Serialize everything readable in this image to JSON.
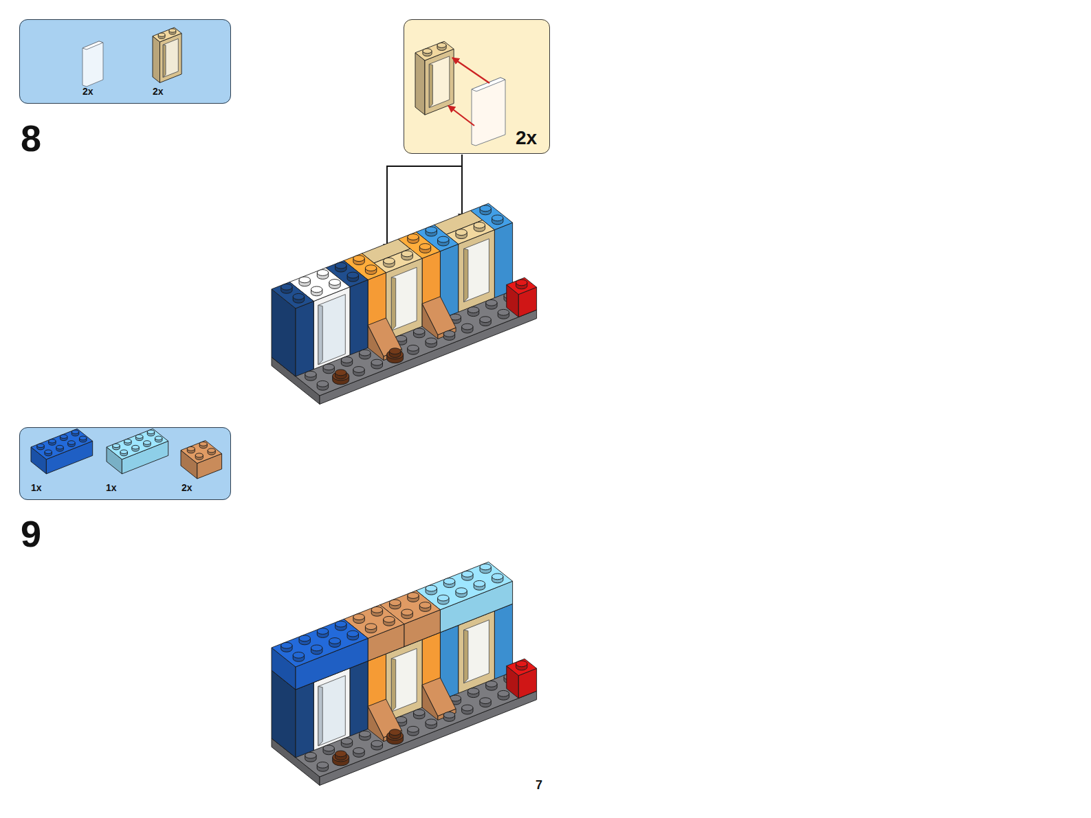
{
  "diagram": {
    "nodes": [
      {
        "text": [
          "2x",
          "2x"
        ]
      },
      {
        "text": [
          "2x"
        ]
      },
      {
        "text": [
          "1x",
          "1x",
          "2x"
        ]
      }
    ],
    "labels": [
      "8",
      "9",
      "7"
    ]
  }
}
